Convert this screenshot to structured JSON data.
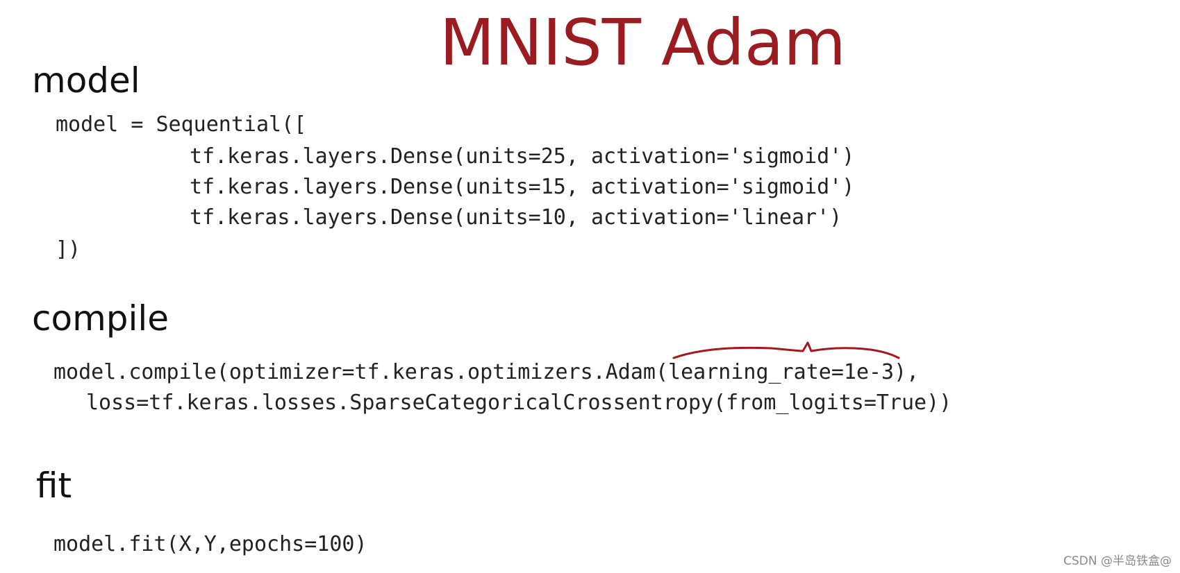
{
  "slide": {
    "title": "MNIST Adam"
  },
  "sections": {
    "model": {
      "heading": "model",
      "code": [
        "model = Sequential([",
        "tf.keras.layers.Dense(units=25, activation='sigmoid')",
        "tf.keras.layers.Dense(units=15, activation='sigmoid')",
        "tf.keras.layers.Dense(units=10, activation='linear')",
        "])"
      ]
    },
    "compile": {
      "heading": "compile",
      "code": [
        "model.compile(optimizer=tf.keras.optimizers.Adam(learning_rate=1e-3),",
        "loss=tf.keras.losses.SparseCategoricalCrossentropy(from_logits=True))"
      ]
    },
    "fit": {
      "heading": "fit",
      "code": [
        "model.fit(X,Y,epochs=100)"
      ]
    }
  },
  "watermark": "CSDN @半岛铁盒@",
  "colors": {
    "title": "#9b1c20",
    "annotation": "#a3181e",
    "text": "#111111"
  }
}
